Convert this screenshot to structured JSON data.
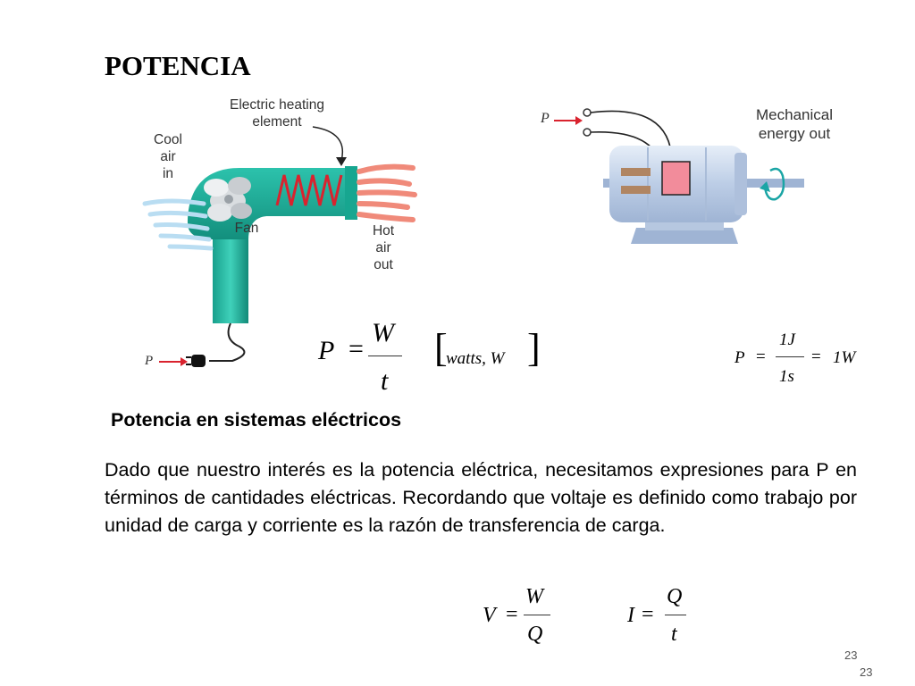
{
  "slide": {
    "title": "POTENCIA",
    "page_number": "23",
    "page_number_footer": "23"
  },
  "hair_dryer": {
    "heating_label_line1": "Electric heating",
    "heating_label_line2": "element",
    "cool_line1": "Cool",
    "cool_line2": "air",
    "cool_line3": "in",
    "fan_label": "Fan",
    "hot_line1": "Hot",
    "hot_line2": "air",
    "hot_line3": "out",
    "power_label": "P",
    "colors": {
      "body": "#1fb5a0",
      "coil": "#d9232e",
      "hot_air": "#f08a7a",
      "cool_air": "#b9ddf2"
    }
  },
  "motor": {
    "power_label": "P",
    "output_line1": "Mechanical",
    "output_line2": "energy out",
    "colors": {
      "body": "#c7d6ec",
      "box": "#f28c9b",
      "brush": "#b08562",
      "arrow": "#1aa5a5"
    }
  },
  "formulas": {
    "power": {
      "lhs": "P",
      "eq": "=",
      "num": "W",
      "den": "t",
      "unit": "watts, W"
    },
    "unit_example": {
      "lhs": "P",
      "eq": "=",
      "num": "1J",
      "den": "1s",
      "eq2": "=",
      "rhs": "1W"
    },
    "voltage": {
      "lhs": "V",
      "eq": "=",
      "num": "W",
      "den": "Q"
    },
    "current": {
      "lhs": "I",
      "eq": "=",
      "num": "Q",
      "den": "t"
    }
  },
  "section": {
    "subtitle": "Potencia en sistemas eléctricos",
    "paragraph": "Dado que nuestro interés es la potencia eléctrica, necesitamos expresiones para  P en términos de cantidades eléctricas. Recordando que voltaje es definido como trabajo por unidad de carga y corriente es la razón de transferencia de carga."
  }
}
